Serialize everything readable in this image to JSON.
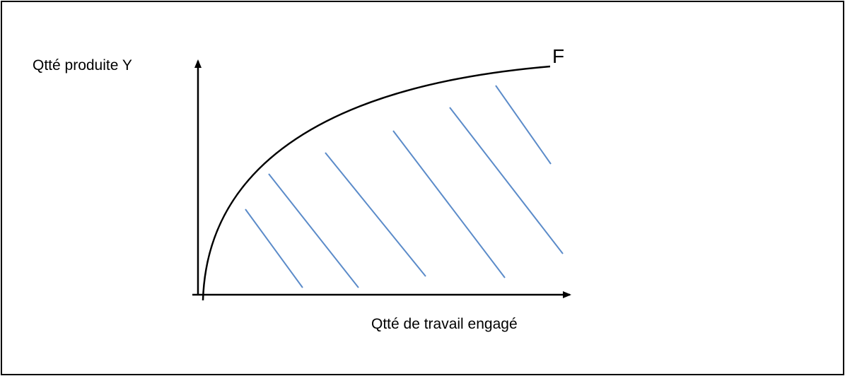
{
  "labels": {
    "y_axis": "Qtté produite Y",
    "x_axis": "Qtté de travail engagé",
    "curve": "F"
  },
  "colors": {
    "axes": "#000000",
    "curve": "#000000",
    "hatch": "#5b8bc9",
    "border": "#000000",
    "background": "#ffffff"
  }
}
